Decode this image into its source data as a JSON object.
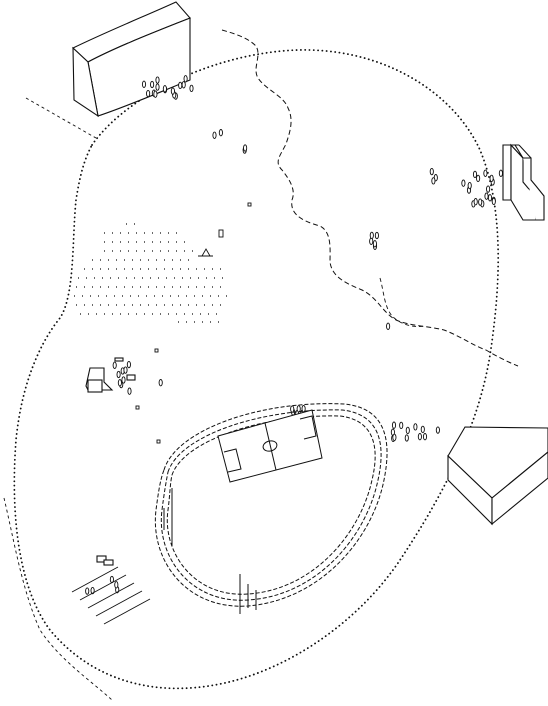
{
  "colors": {
    "background": "#ffffff",
    "ink": "#111111"
  },
  "map": {
    "buildings": [
      {
        "name": "curved-building-north-west"
      },
      {
        "name": "long-building-east"
      },
      {
        "name": "wedge-building-south-east"
      }
    ],
    "features": [
      {
        "name": "park-boundary-dotted"
      },
      {
        "name": "running-track"
      },
      {
        "name": "football-pitch"
      },
      {
        "name": "orchard-rows-grid"
      },
      {
        "name": "tree-clusters"
      },
      {
        "name": "pavilion-west"
      },
      {
        "name": "bleacher-stands-south-west"
      },
      {
        "name": "stream-path-dashed"
      }
    ]
  }
}
